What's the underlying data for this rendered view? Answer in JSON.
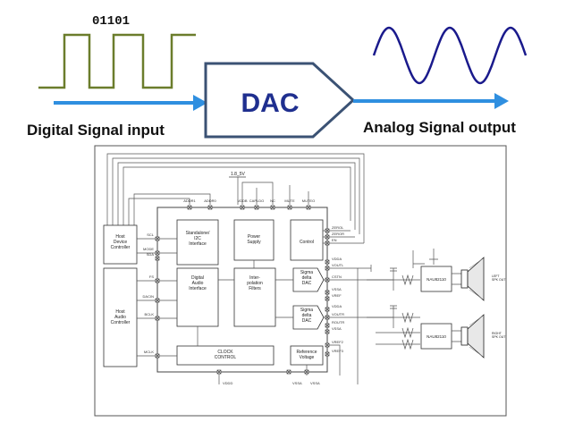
{
  "top": {
    "bits": "01101",
    "dac_label": "DAC",
    "input_label": "Digital Signal input",
    "output_label": "Analog Signal output",
    "colors": {
      "digital_wave": "#6b7d2c",
      "arrow": "#2f8fe0",
      "dac_text": "#1f2f8f",
      "dac_border": "#3b5274",
      "analog_wave": "#1a1a8c"
    }
  },
  "schematic": {
    "supply": "1.8_5V",
    "pins_top": [
      "ADDR1",
      "ADDR0",
      "VDDB",
      "CAPLDO",
      "NC",
      "MUTE",
      "MUTEO"
    ],
    "pins_right": [
      "ZEROL",
      "ZEROR",
      "EN",
      "VDDA",
      "VOUTL",
      "CSTN",
      "VSSA",
      "VREF",
      "VDDA",
      "VOUTR",
      "ROUTR",
      "VSSA",
      "VREF2",
      "VREF3"
    ],
    "pins_left": [
      "SCL",
      "MODE",
      "SDA",
      "FS",
      "DACIN",
      "BCLK",
      "MCLK"
    ],
    "pins_bottom": [
      "VDDD",
      "VSSA",
      "VSSA"
    ],
    "blocks": {
      "host_device": "Host\nDevice\nController",
      "host_audio": "Host\nAudio\nController",
      "standalone": "Standalone/\nI2C\nInterface",
      "power": "Power\nSupply",
      "control": "Control",
      "digital_audio": "Digital\nAudio\nInterface",
      "interpolation": "Inter-\npolation\nFilters",
      "sigma1": "Sigma\ndelta\nDAC",
      "sigma2": "Sigma\ndelta\nDAC",
      "clock": "CLOCK\nCONTROL",
      "reference": "Reference\nVoltage"
    },
    "amps": [
      "NAU82110",
      "NAU82110"
    ],
    "speakers": [
      "LEFT\nSPK OUT",
      "RIGHT\nSPK OUT"
    ]
  }
}
